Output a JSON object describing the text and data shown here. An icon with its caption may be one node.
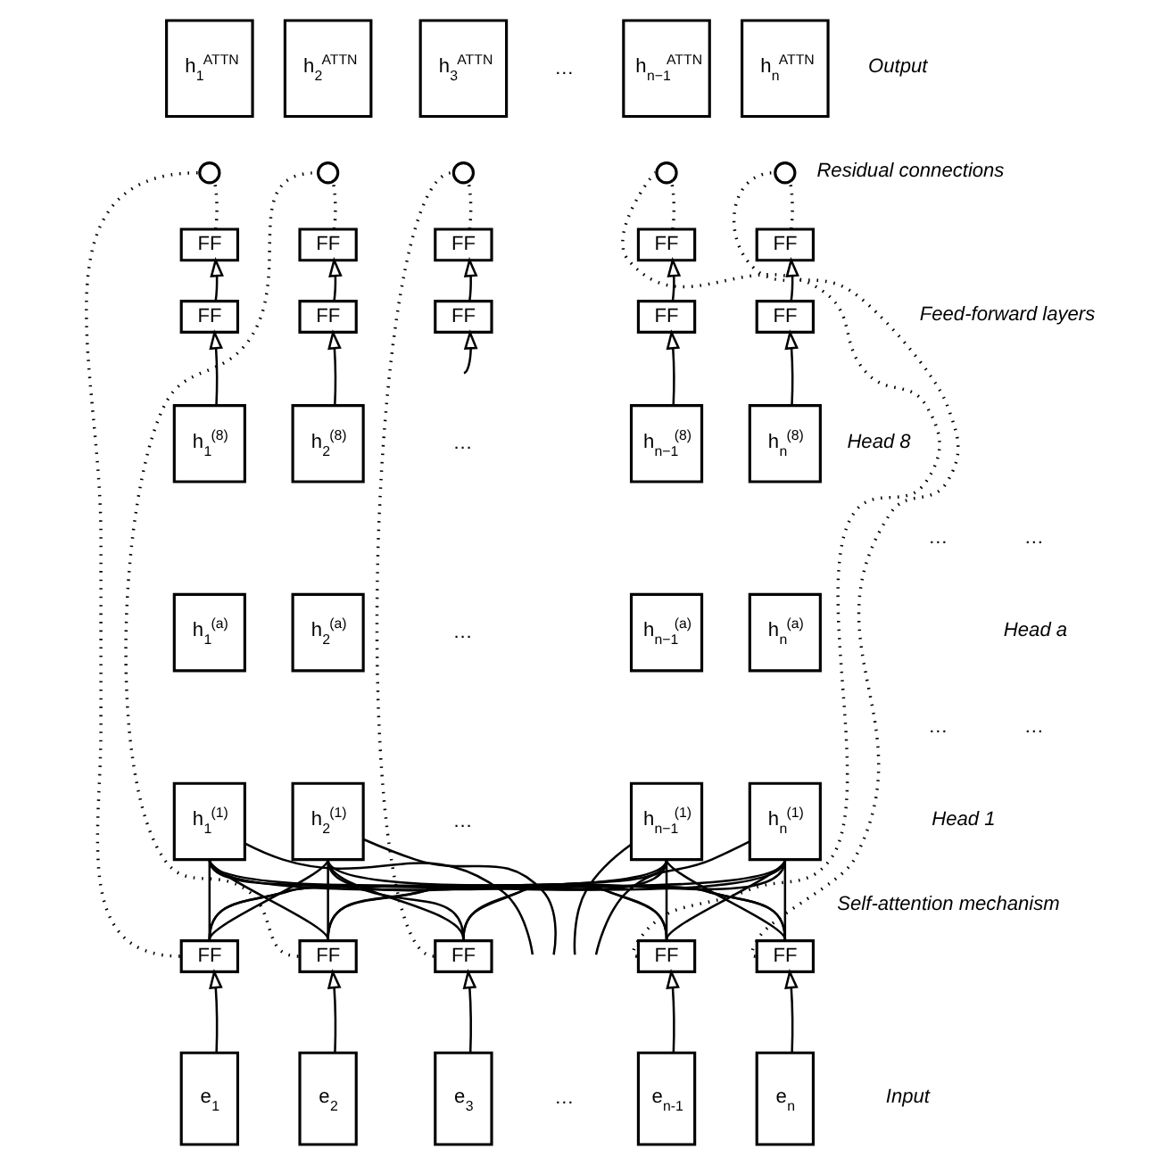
{
  "diagram": {
    "nodes": [
      {
        "text": [
          "h$_{1}$$^{ATTN}$"
        ]
      },
      {
        "text": [
          "h$_{2}$$^{ATTN}$"
        ]
      },
      {
        "text": [
          "h$_{3}$$^{ATTN}$"
        ]
      },
      {
        "text": [
          "h$_{n−1}$$^{ATTN}$"
        ]
      },
      {
        "text": [
          "h$_{n}$$^{ATTN}$"
        ]
      },
      {
        "text": [],
        "shape": "circle"
      },
      {
        "text": [],
        "shape": "circle"
      },
      {
        "text": [],
        "shape": "circle"
      },
      {
        "text": [],
        "shape": "circle"
      },
      {
        "text": [],
        "shape": "circle"
      },
      {
        "text": [
          "FF"
        ]
      },
      {
        "text": [
          "FF"
        ]
      },
      {
        "text": [
          "FF"
        ]
      },
      {
        "text": [
          "FF"
        ]
      },
      {
        "text": [
          "FF"
        ]
      },
      {
        "text": [
          "FF"
        ]
      },
      {
        "text": [
          "FF"
        ]
      },
      {
        "text": [
          "FF"
        ]
      },
      {
        "text": [
          "FF"
        ]
      },
      {
        "text": [
          "FF"
        ]
      },
      {
        "text": [
          "h$_{1}$$^{(8)}$"
        ]
      },
      {
        "text": [
          "h$_{2}$$^{(8)}$"
        ]
      },
      {
        "text": [
          "h$_{n−1}$$^{(8)}$"
        ]
      },
      {
        "text": [
          "h$_{n}$$^{(8)}$"
        ]
      },
      {
        "text": [
          "h$_{1}$$^{(a)}$"
        ]
      },
      {
        "text": [
          "h$_{2}$$^{(a)}$"
        ]
      },
      {
        "text": [
          "h$_{n−1}$$^{(a)}$"
        ]
      },
      {
        "text": [
          "h$_{n}$$^{(a)}$"
        ]
      },
      {
        "text": [
          "h$_{1}$$^{(1)}$"
        ]
      },
      {
        "text": [
          "h$_{2}$$^{(1)}$"
        ]
      },
      {
        "text": [
          "h$_{n−1}$$^{(1)}$"
        ]
      },
      {
        "text": [
          "h$_{n}$$^{(1)}$"
        ]
      },
      {
        "text": [
          "FF"
        ]
      },
      {
        "text": [
          "FF"
        ]
      },
      {
        "text": [
          "FF"
        ]
      },
      {
        "text": [
          "FF"
        ]
      },
      {
        "text": [
          "FF"
        ]
      },
      {
        "text": [
          "e$_{1}$"
        ]
      },
      {
        "text": [
          "e$_{2}$"
        ]
      },
      {
        "text": [
          "e$_{3}$"
        ]
      },
      {
        "text": [
          "e$_{n-1}$"
        ]
      },
      {
        "text": [
          "e$_{n}$"
        ]
      }
    ],
    "edges": [
      {
        "from": 37,
        "to": 32,
        "arrow": "to"
      },
      {
        "from": 38,
        "to": 33,
        "arrow": "to"
      },
      {
        "from": 39,
        "to": 34,
        "arrow": "to"
      },
      {
        "from": 40,
        "to": 35,
        "arrow": "to"
      },
      {
        "from": 41,
        "to": 36,
        "arrow": "to"
      },
      {
        "from": 32,
        "to": 28,
        "arrow": "none"
      },
      {
        "from": 33,
        "to": 28,
        "arrow": "none"
      },
      {
        "from": 34,
        "to": 28,
        "arrow": "none"
      },
      {
        "from": 35,
        "to": 28,
        "arrow": "none"
      },
      {
        "from": 36,
        "to": 28,
        "arrow": "none"
      },
      {
        "from": 32,
        "to": 29,
        "arrow": "none"
      },
      {
        "from": 33,
        "to": 29,
        "arrow": "none"
      },
      {
        "from": 34,
        "to": 29,
        "arrow": "none"
      },
      {
        "from": 35,
        "to": 29,
        "arrow": "none"
      },
      {
        "from": 36,
        "to": 29,
        "arrow": "none"
      },
      {
        "from": 32,
        "to": 30,
        "arrow": "none"
      },
      {
        "from": 33,
        "to": 30,
        "arrow": "none"
      },
      {
        "from": 34,
        "to": 30,
        "arrow": "none"
      },
      {
        "from": 35,
        "to": 30,
        "arrow": "none"
      },
      {
        "from": 36,
        "to": 30,
        "arrow": "none"
      },
      {
        "from": 32,
        "to": 31,
        "arrow": "none"
      },
      {
        "from": 33,
        "to": 31,
        "arrow": "none"
      },
      {
        "from": 34,
        "to": 31,
        "arrow": "none"
      },
      {
        "from": 35,
        "to": 31,
        "arrow": "none"
      },
      {
        "from": 36,
        "to": 31,
        "arrow": "none"
      },
      {
        "from": 28,
        "to": null,
        "arrow": "none"
      },
      {
        "from": 29,
        "to": null,
        "arrow": "none"
      },
      {
        "from": 30,
        "to": null,
        "arrow": "none"
      },
      {
        "from": 31,
        "to": null,
        "arrow": "none"
      },
      {
        "from": 20,
        "to": 15,
        "arrow": "to"
      },
      {
        "from": 21,
        "to": 16,
        "arrow": "to"
      },
      {
        "from": null,
        "to": 17,
        "arrow": "to"
      },
      {
        "from": 22,
        "to": 18,
        "arrow": "to"
      },
      {
        "from": 23,
        "to": 19,
        "arrow": "to"
      },
      {
        "from": 15,
        "to": 10,
        "arrow": "to"
      },
      {
        "from": 16,
        "to": 11,
        "arrow": "to"
      },
      {
        "from": 17,
        "to": 12,
        "arrow": "to"
      },
      {
        "from": 18,
        "to": 13,
        "arrow": "to"
      },
      {
        "from": 19,
        "to": 14,
        "arrow": "to"
      },
      {
        "from": 10,
        "to": 5,
        "arrow": "none",
        "style": "dashed"
      },
      {
        "from": 11,
        "to": 6,
        "arrow": "none",
        "style": "dashed"
      },
      {
        "from": 12,
        "to": 7,
        "arrow": "none",
        "style": "dashed"
      },
      {
        "from": 13,
        "to": 8,
        "arrow": "none",
        "style": "dashed"
      },
      {
        "from": 14,
        "to": 9,
        "arrow": "none",
        "style": "dashed"
      },
      {
        "from": 32,
        "to": 5,
        "arrow": "none",
        "style": "dashed"
      },
      {
        "from": 33,
        "to": 6,
        "arrow": "none",
        "style": "dashed"
      },
      {
        "from": 34,
        "to": 7,
        "arrow": "none",
        "style": "dashed"
      },
      {
        "from": 35,
        "to": 8,
        "arrow": "none",
        "style": "dashed"
      },
      {
        "from": 36,
        "to": 9,
        "arrow": "none",
        "style": "dashed"
      }
    ],
    "labels": [
      "…",
      "Output",
      "Residual connections",
      "Feed-forward layers",
      "…",
      "Head 8",
      "…",
      "…",
      "…",
      "Head a",
      "…",
      "…",
      "…",
      "Head 1",
      "Self-attention mechanism",
      "…",
      "Input"
    ]
  }
}
